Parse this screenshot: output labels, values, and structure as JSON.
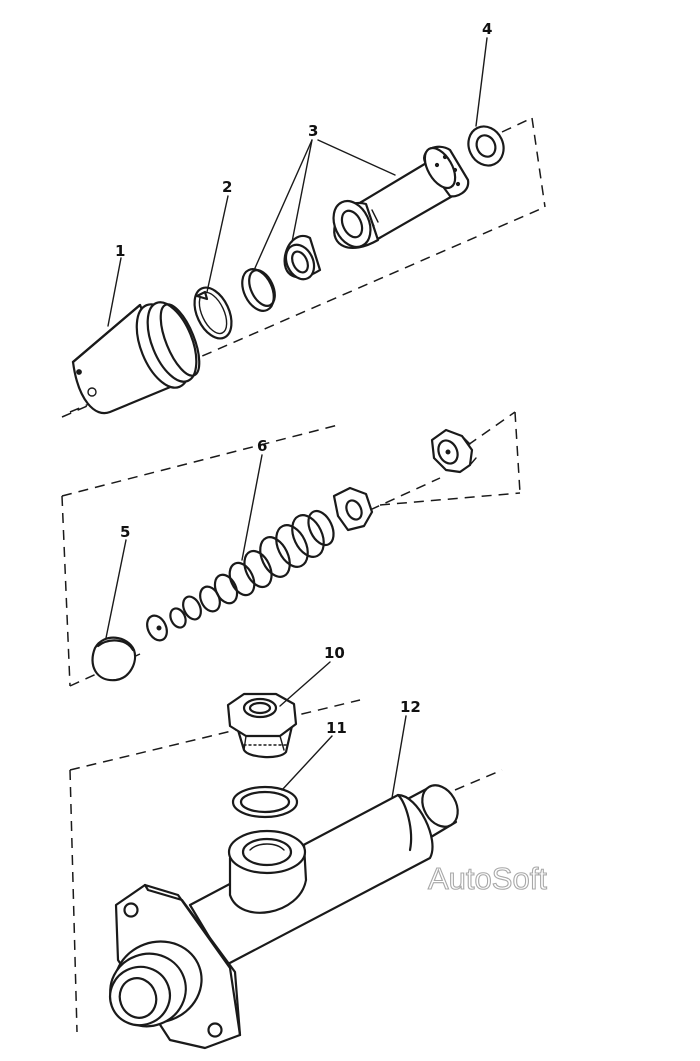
{
  "callouts": {
    "c1": "1",
    "c2": "2",
    "c3": "3",
    "c4": "4",
    "c5": "5",
    "c6": "6",
    "c10": "10",
    "c11": "11",
    "c12": "12"
  },
  "watermark": "AutoSoft"
}
